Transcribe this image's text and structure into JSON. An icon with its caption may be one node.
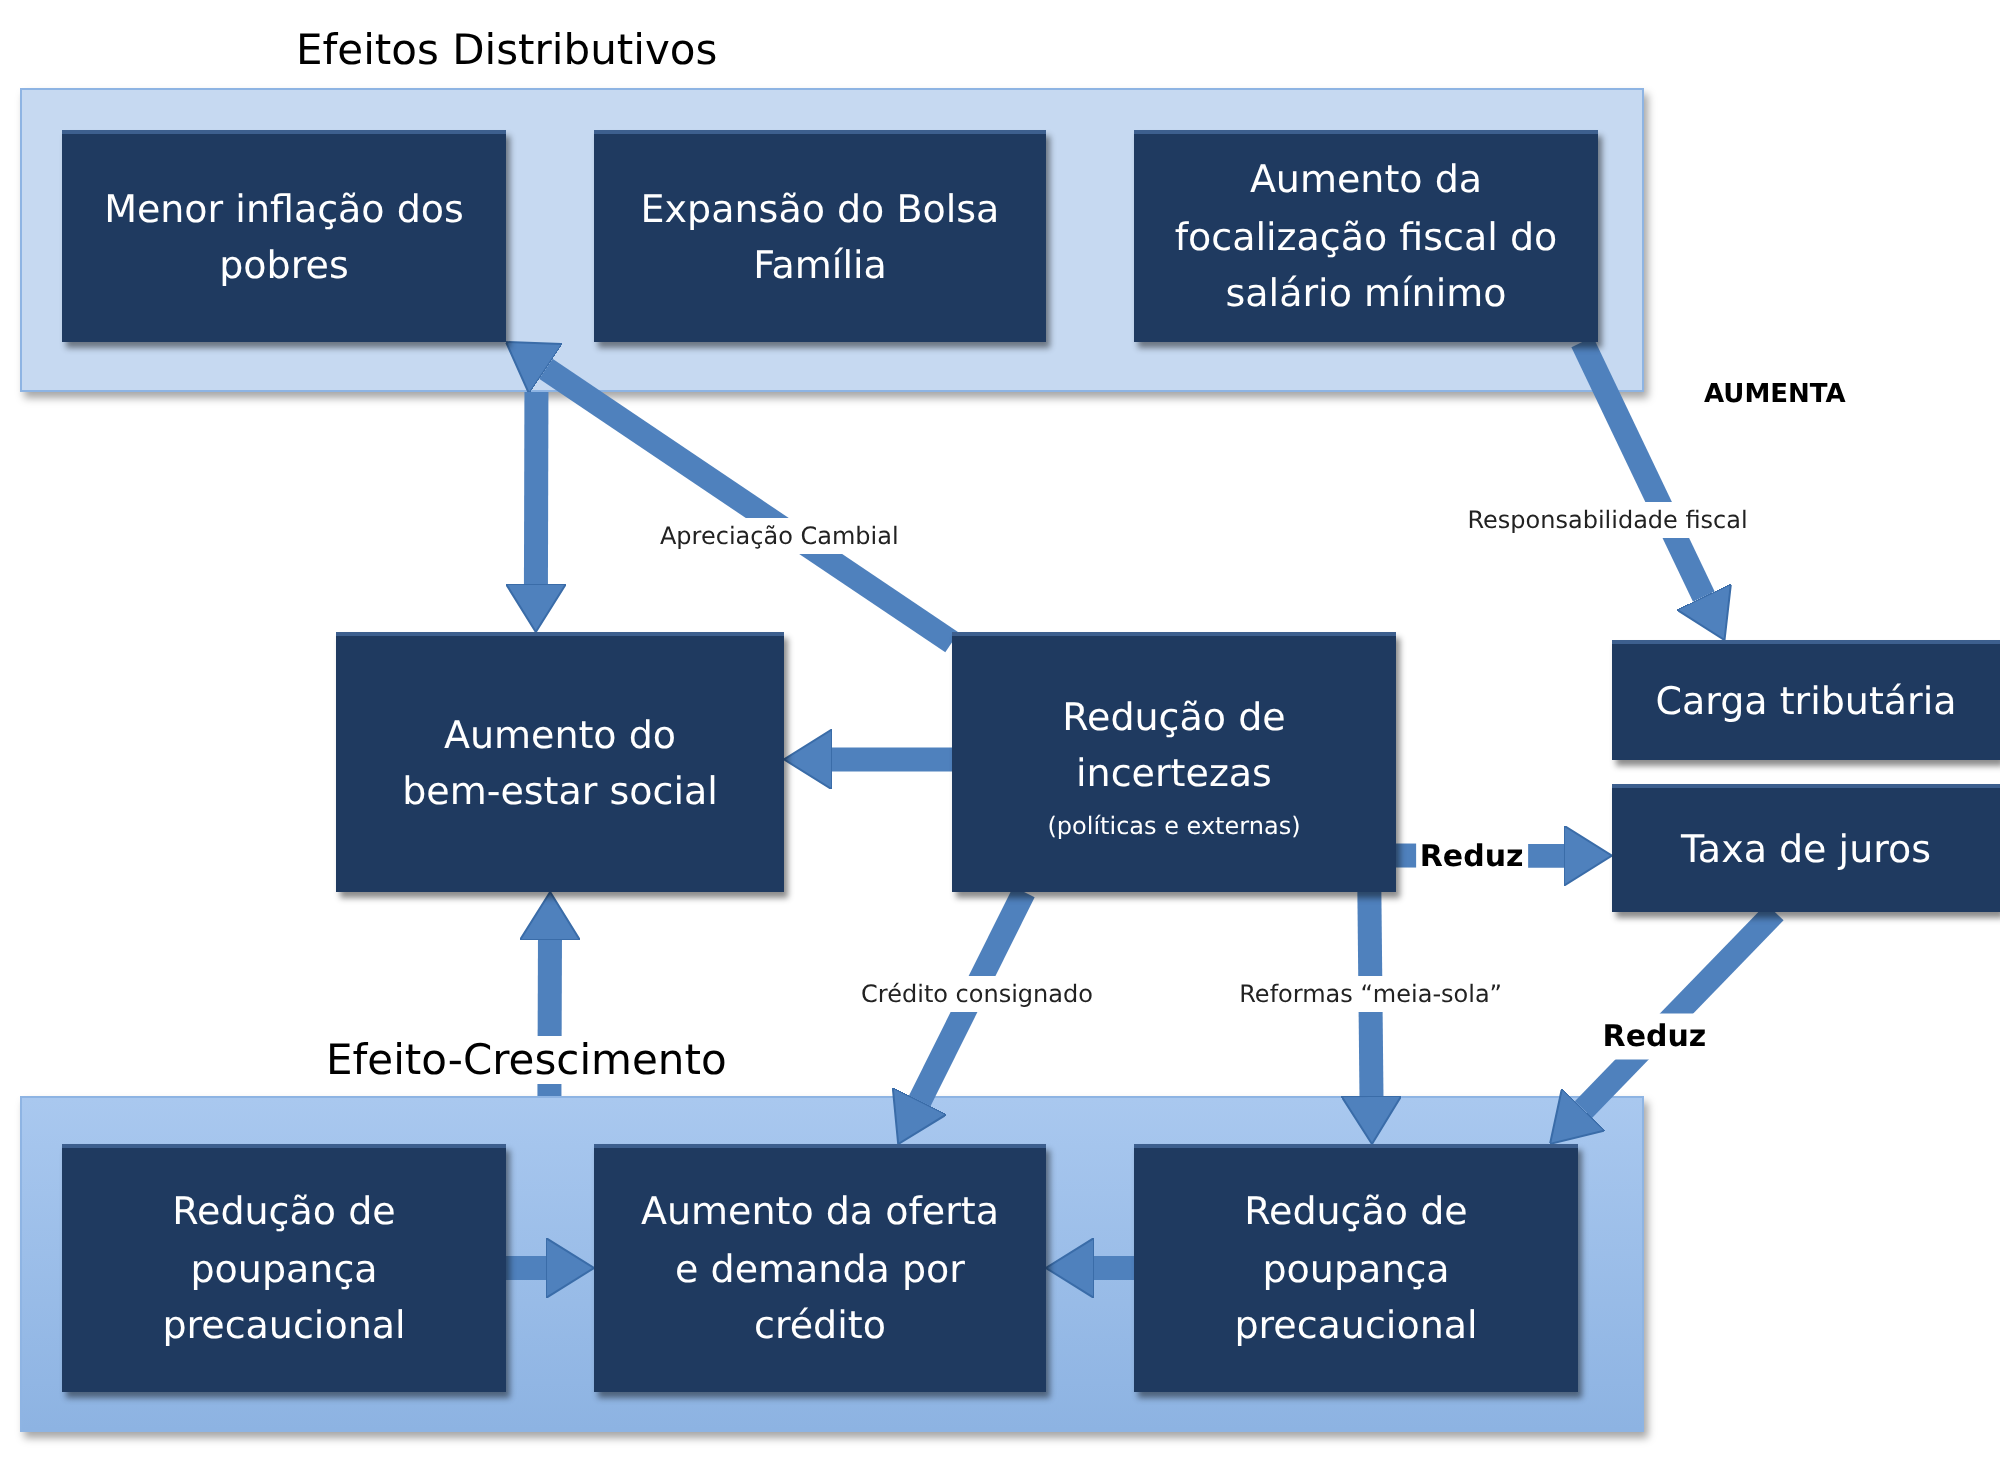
{
  "diagram": {
    "nodes": [
      {
        "text": [
          "Efeitos Distributivos"
        ]
      },
      {
        "text": [
          "Menor inflação dos pobres"
        ],
        "in": 0
      },
      {
        "text": [
          "Expansão do Bolsa Família"
        ],
        "in": 0
      },
      {
        "text": [
          "Aumento da focalização fiscal do salário mínimo"
        ],
        "in": 0
      },
      {
        "text": [
          "Aumento do bem-estar social"
        ]
      },
      {
        "text": [
          "Redução de incertezas",
          "(políticas e externas)"
        ]
      },
      {
        "text": [
          "Carga tributária"
        ]
      },
      {
        "text": [
          "Taxa de juros"
        ]
      },
      {
        "text": [
          "Efeito-Crescimento"
        ]
      },
      {
        "text": [
          "Redução de poupança precaucional"
        ],
        "in": 8
      },
      {
        "text": [
          "Aumento da oferta e demanda por crédito"
        ],
        "in": 8
      },
      {
        "text": [
          "Redução de poupança precaucional"
        ],
        "in": 8
      }
    ],
    "edges": [
      {
        "from": 5,
        "to": 1,
        "arrow": "to",
        "label": "Apreciação Cambial"
      },
      {
        "from": 0,
        "to": 4,
        "arrow": "to"
      },
      {
        "from": 5,
        "to": 4,
        "arrow": "to"
      },
      {
        "from": 3,
        "to": 6,
        "arrow": "to",
        "label": "Responsabilidade fiscal"
      },
      {
        "from": 5,
        "to": 7,
        "arrow": "to",
        "label": "Reduz"
      },
      {
        "from": 8,
        "to": 4,
        "arrow": "to"
      },
      {
        "from": 5,
        "to": 10,
        "arrow": "to",
        "label": "Crédito consignado"
      },
      {
        "from": 5,
        "to": 11,
        "arrow": "to",
        "label": "Reformas “meia-sola”"
      },
      {
        "from": 7,
        "to": 11,
        "arrow": "to",
        "label": "Reduz"
      },
      {
        "from": 9,
        "to": 10,
        "arrow": "to"
      },
      {
        "from": 11,
        "to": 10,
        "arrow": "to"
      }
    ],
    "labels": [
      "AUMENTA"
    ]
  }
}
